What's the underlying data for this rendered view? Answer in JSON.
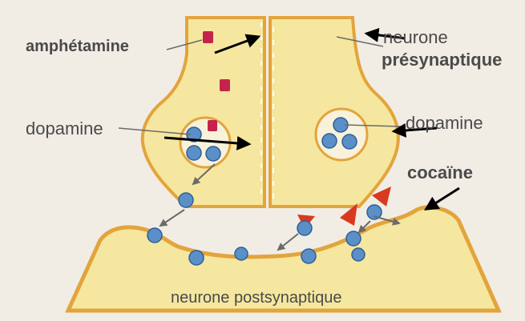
{
  "labels": {
    "amphetamine": "amphétamine",
    "neurone_pre_line1": "neurone",
    "neurone_pre_line2": "présynaptique",
    "dopamine_left": "dopamine",
    "dopamine_right": "dopamine",
    "cocaine": "cocaïne",
    "neurone_post": "neurone postsynaptique"
  },
  "colors": {
    "background": "#f1ede5",
    "neuron_fill": "#f5e79f",
    "membrane": "#e3a43c",
    "dopamine": "#5b8fc8",
    "amphetamine": "#c4244c",
    "cocaine": "#d9391e",
    "arrow": "#000000"
  }
}
